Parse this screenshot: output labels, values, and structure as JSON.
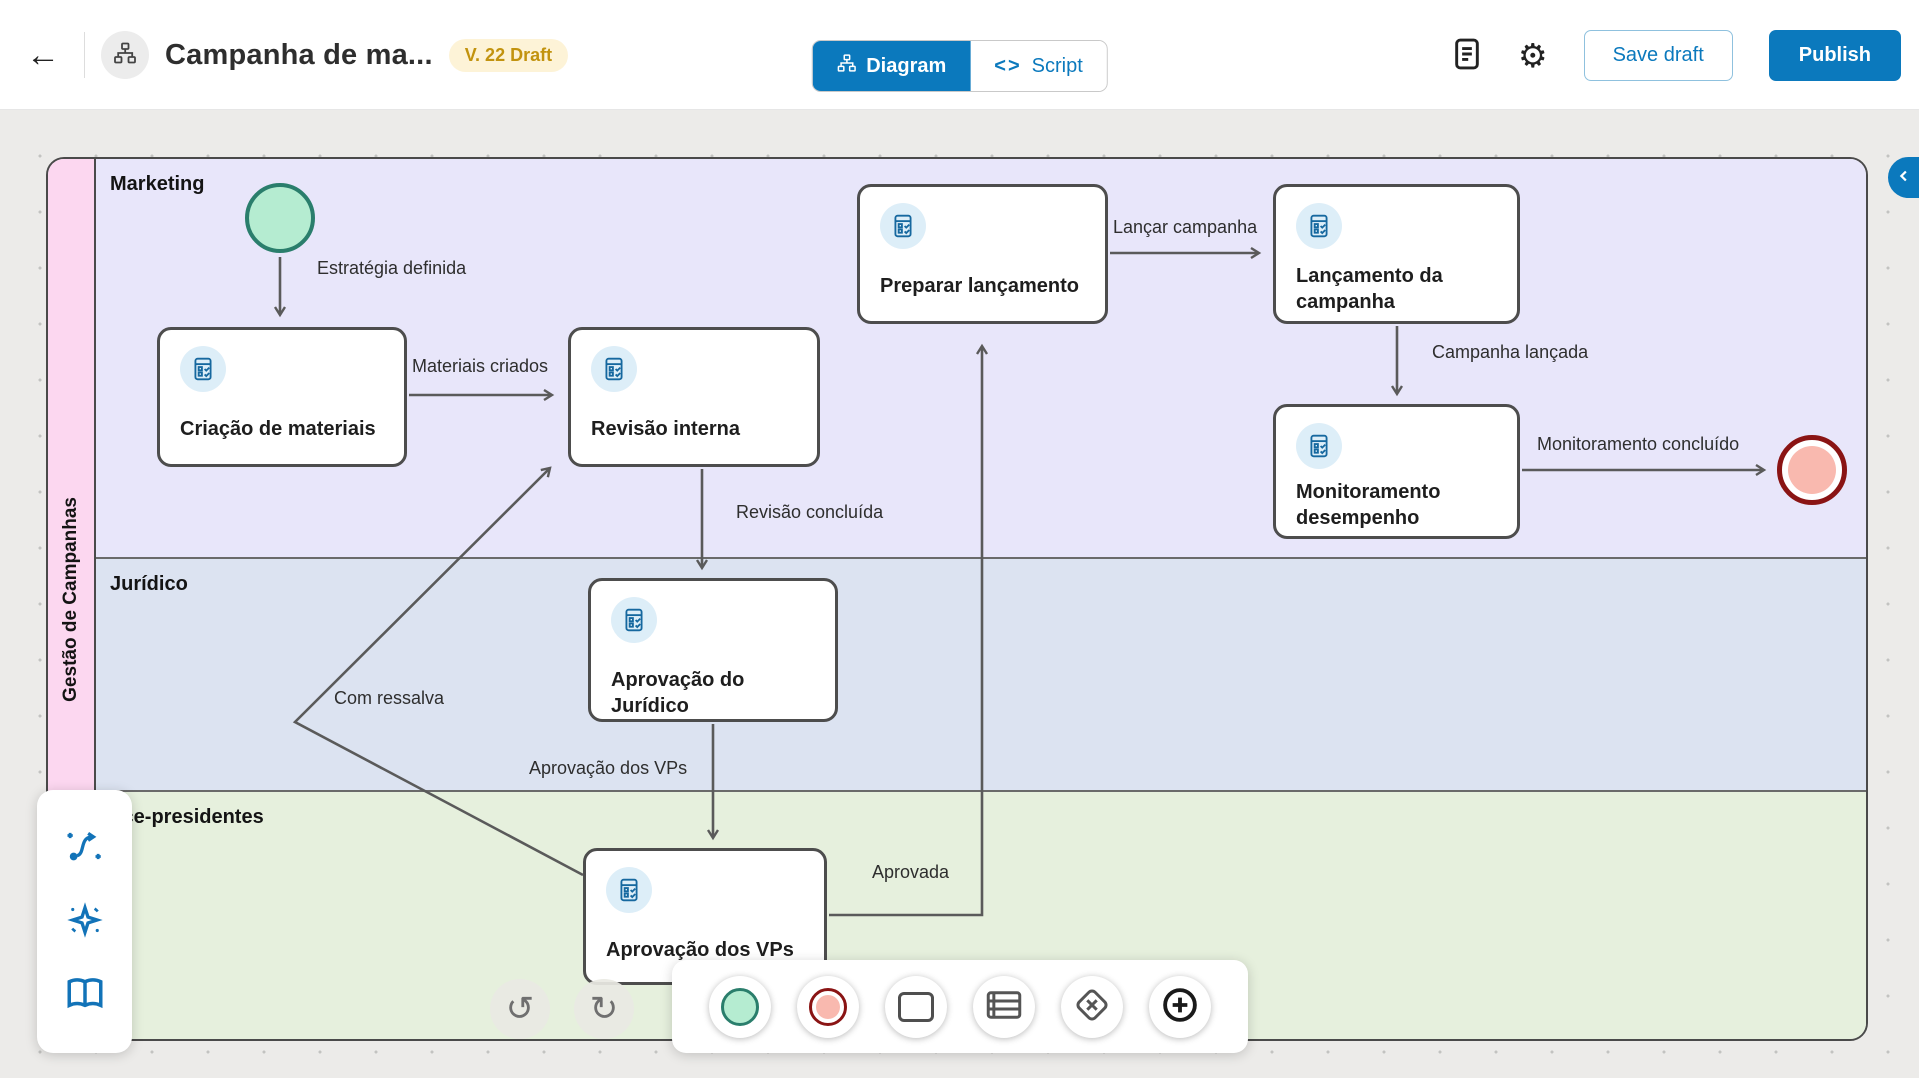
{
  "header": {
    "title": "Campanha de ma...",
    "version_badge": "V. 22 Draft",
    "view_toggle": [
      {
        "label": "Diagram",
        "active": true
      },
      {
        "label": "Script",
        "active": false
      }
    ],
    "actions": {
      "save_draft": "Save draft",
      "publish": "Publish"
    },
    "icon_names": [
      "back-arrow-icon",
      "workflow-icon",
      "diagram-icon",
      "code-icon",
      "document-icon",
      "gear-icon"
    ]
  },
  "canvas": {
    "pool_label": "Gestão de Campanhas",
    "lanes": [
      {
        "name": "Marketing",
        "color": "#e8e6fa"
      },
      {
        "name": "Jurídico",
        "color": "#dce3f1"
      },
      {
        "name": "Vice-presidentes",
        "color": "#e6f0dd"
      }
    ]
  },
  "nodes": {
    "start": {
      "type": "start-event"
    },
    "criacao": {
      "label": "Criação de materiais"
    },
    "revisao": {
      "label": "Revisão interna"
    },
    "preparar": {
      "label": "Preparar lançamento"
    },
    "lancamento": {
      "label": "Lançamento da campanha"
    },
    "monitoramento": {
      "label": "Monitoramento desempenho"
    },
    "juridico": {
      "label": "Aprovação do Jurídico"
    },
    "vps": {
      "label": "Aprovação dos VPs"
    },
    "end": {
      "type": "end-event"
    }
  },
  "edges": {
    "estrategia": {
      "label": "Estratégia definida"
    },
    "materiais": {
      "label": "Materiais criados"
    },
    "revisao_concluida": {
      "label": "Revisão concluída"
    },
    "lancar": {
      "label": "Lançar campanha"
    },
    "lancada": {
      "label": "Campanha lançada"
    },
    "monitoramento_concluido": {
      "label": "Monitoramento concluído"
    },
    "aprovacao_vps": {
      "label": "Aprovação dos VPs"
    },
    "aprovada": {
      "label": "Aprovada"
    },
    "com_ressalva": {
      "label": "Com ressalva"
    }
  },
  "side_toolbar": {
    "icon_names": [
      "flow-sparkle-icon",
      "ai-sparkle-icon",
      "book-icon"
    ]
  },
  "bottom_toolbar": {
    "icon_names": [
      "undo-icon",
      "redo-icon",
      "start-event-icon",
      "end-event-icon",
      "task-shape-icon",
      "lane-icon",
      "gateway-icon",
      "add-icon"
    ]
  },
  "colors": {
    "primary_blue": "#0b79bd",
    "badge_bg": "#fdf3d7",
    "badge_text": "#c2930f",
    "lane_marketing": "#e8e6fa",
    "lane_juridico": "#dce3f1",
    "lane_vice_presidentes": "#e6f0dd",
    "pool_band_pink": "#fcd7f0",
    "start_fill": "#b5ecd1",
    "start_border": "#2a7e6c",
    "end_ring": "#8a1414",
    "end_fill": "#f9b9af",
    "edge_stroke": "#5a5a5a",
    "task_border": "#4d4d4d",
    "canvas_bg": "#ecebe9"
  }
}
